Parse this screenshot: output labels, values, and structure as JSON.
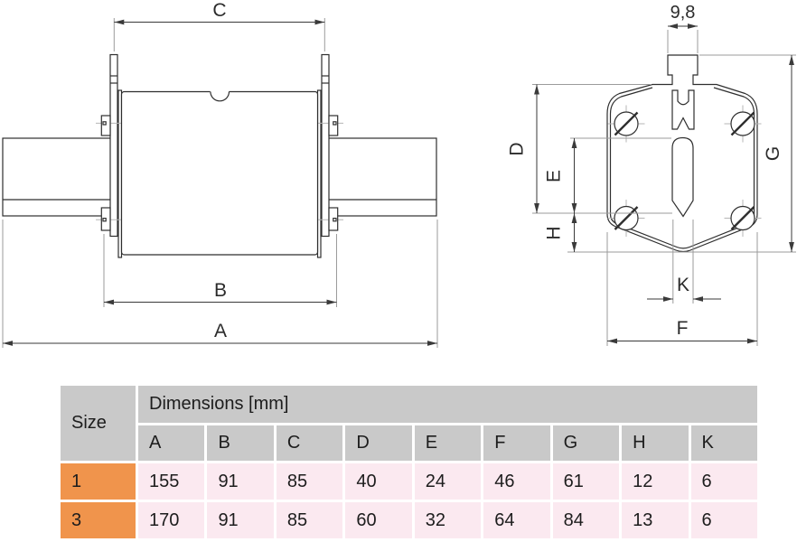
{
  "side_view": {
    "label_c": "C",
    "label_b": "B",
    "label_a": "A"
  },
  "front_view": {
    "label_blade_width": "9,8",
    "label_d": "D",
    "label_e": "E",
    "label_h": "H",
    "label_g": "G",
    "label_k": "K",
    "label_f": "F"
  },
  "table": {
    "size_header": "Size",
    "dimensions_header": "Dimensions [mm]",
    "columns": [
      "A",
      "B",
      "C",
      "D",
      "E",
      "F",
      "G",
      "H",
      "K"
    ],
    "rows": [
      {
        "size": "1",
        "values": [
          "155",
          "91",
          "85",
          "40",
          "24",
          "46",
          "61",
          "12",
          "6"
        ]
      },
      {
        "size": "3",
        "values": [
          "170",
          "91",
          "85",
          "60",
          "32",
          "64",
          "84",
          "13",
          "6"
        ]
      }
    ]
  },
  "colors": {
    "header_gray": "#c9c9c9",
    "size_orange": "#f0944c",
    "row_pink": "#fbe9f0",
    "line_dark": "#2e2e2e",
    "line_light": "#9b9b9b"
  }
}
